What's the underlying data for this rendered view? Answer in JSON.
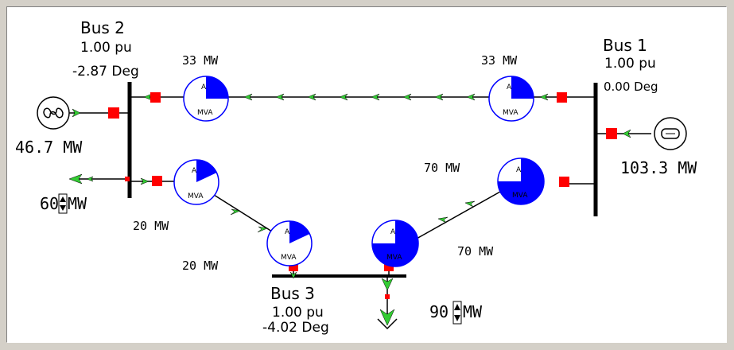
{
  "buses": {
    "bus1": {
      "name": "Bus 1",
      "voltage": "1.00 pu",
      "angle": "0.00 Deg"
    },
    "bus2": {
      "name": "Bus 2",
      "voltage": "1.00 pu",
      "angle": "-2.87 Deg"
    },
    "bus3": {
      "name": "Bus 3",
      "voltage": "1.00 pu",
      "angle": "-4.02 Deg"
    }
  },
  "generators": {
    "gen_bus2": {
      "output": "46.7 MW"
    },
    "gen_bus1": {
      "output": "103.3 MW"
    }
  },
  "loads": {
    "load_bus2": {
      "value": "60",
      "unit": "MW"
    },
    "load_bus3": {
      "value": "90",
      "unit": "MW"
    }
  },
  "line_flows": {
    "line_1_2_near_bus2": "33 MW",
    "line_1_2_near_bus1": "33 MW",
    "line_2_3_near_bus2": "20 MW",
    "line_2_3_near_bus3": "20 MW",
    "line_1_3_near_bus1": "70 MW",
    "line_1_3_near_bus3": "70 MW"
  },
  "pie_charts": {
    "label_unit": "MVA",
    "label_current": "A",
    "line_1_2": {
      "loading_fraction": 0.25
    },
    "line_2_3": {
      "loading_fraction": 0.18
    },
    "line_1_3": {
      "loading_fraction": 0.75
    }
  },
  "colors": {
    "pie_fill": "#0000ff",
    "breaker": "#ff0000",
    "flow_arrow": "#33cc33",
    "bus": "#000000"
  }
}
